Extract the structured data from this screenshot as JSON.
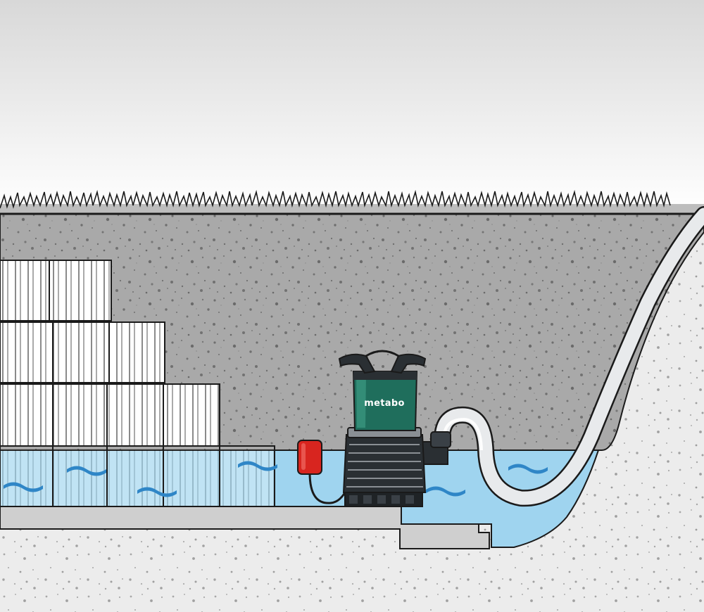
{
  "scene": {
    "subject": "submersible-pump-in-flooded-cellar",
    "pump": {
      "brand_label": "metabo"
    },
    "colors": {
      "sky_top": "#d9d9d9",
      "sky_bottom": "#ffffff",
      "earth": "#a9a9a9",
      "earth_speckle": "#6f6f6f",
      "light_soil": "#e9e9e9",
      "floor": "#cfcfcf",
      "water": "#9fd4ef",
      "water_wave": "#2f86c7",
      "pump_body": "#1f6e5c",
      "pump_dark": "#2a2f33",
      "pump_grey": "#8a8f94",
      "float_switch": "#d8251f",
      "hose": "#e8eaec",
      "outline": "#1a1a1a"
    },
    "icons": [
      "grass-line",
      "stacked-boxes",
      "submersible-pump",
      "float-switch",
      "discharge-hose",
      "water-waves"
    ]
  }
}
